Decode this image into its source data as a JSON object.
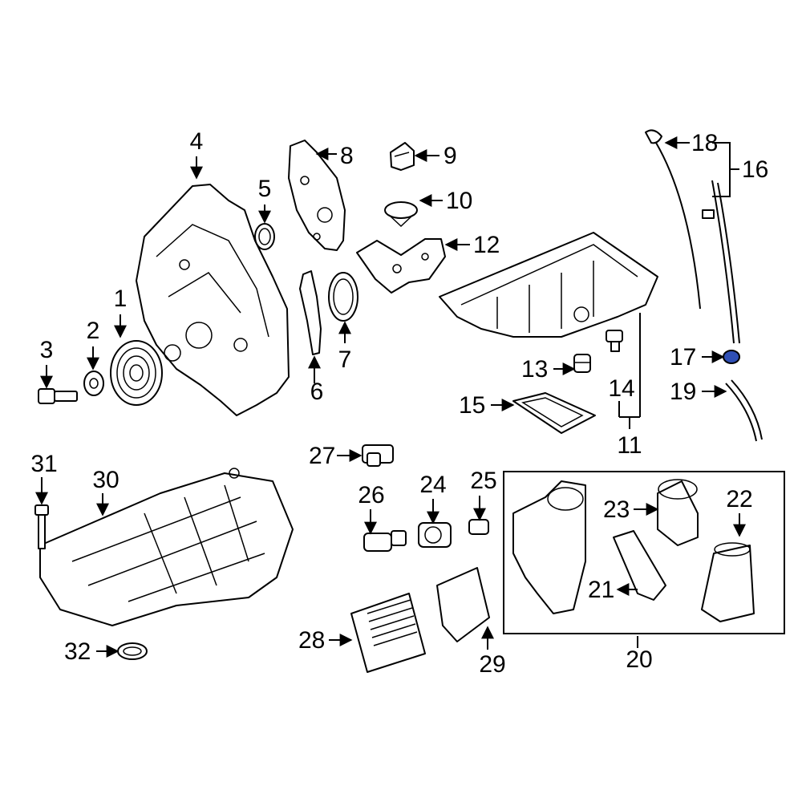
{
  "callouts": [
    "1",
    "2",
    "3",
    "4",
    "5",
    "6",
    "7",
    "8",
    "9",
    "10",
    "11",
    "12",
    "13",
    "14",
    "15",
    "16",
    "17",
    "18",
    "19",
    "20",
    "21",
    "22",
    "23",
    "24",
    "25",
    "26",
    "27",
    "28",
    "29",
    "30",
    "31",
    "32"
  ],
  "highlight_color": "#2f4fb5"
}
